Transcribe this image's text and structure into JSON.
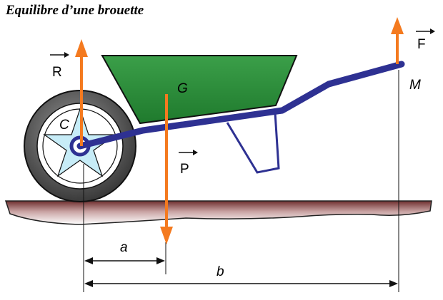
{
  "title": "Equilibre d’une brouette",
  "labels": {
    "reaction": "R",
    "weight": "P",
    "force": "F",
    "wheel_center": "C",
    "center_of_gravity": "G",
    "handle_point": "M",
    "distance_a": "a",
    "distance_b": "b"
  },
  "colors": {
    "arrow": "#f47a1f",
    "tray": "#2f8f3c",
    "frame": "#2e3192",
    "tire": "#444444",
    "hub_star": "#c7ecf7",
    "ground": "#8b4a4a"
  }
}
